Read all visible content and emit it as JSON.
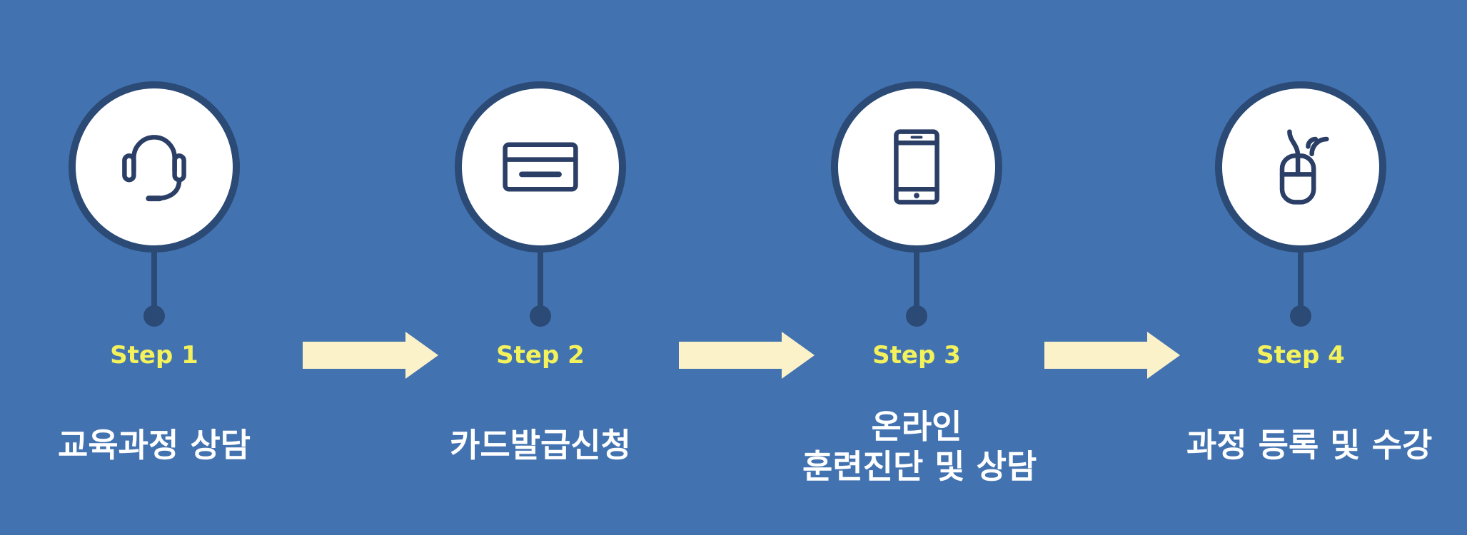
{
  "colors": {
    "background": "#4273b0",
    "circle_border": "#2b4a75",
    "circle_fill": "#ffffff",
    "icon_stroke": "#2b3f66",
    "step_label": "#f3f25c",
    "title_text": "#ffffff",
    "arrow": "#fcf2c9"
  },
  "steps": [
    {
      "label": "Step 1",
      "title_lines": [
        "교육과정 상담"
      ],
      "icon": "headset-icon"
    },
    {
      "label": "Step 2",
      "title_lines": [
        "카드발급신청"
      ],
      "icon": "credit-card-icon"
    },
    {
      "label": "Step 3",
      "title_lines": [
        "온라인",
        "훈련진단 및 상담"
      ],
      "icon": "tablet-icon"
    },
    {
      "label": "Step 4",
      "title_lines": [
        "과정 등록 및 수강"
      ],
      "icon": "mouse-icon"
    }
  ],
  "arrows": [
    "arrow-right-icon",
    "arrow-right-icon",
    "arrow-right-icon"
  ]
}
